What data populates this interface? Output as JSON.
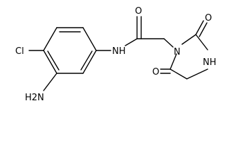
{
  "diagram": {
    "type": "chemical-structure",
    "atom_labels": {
      "cl": "Cl",
      "nh2": "H2N",
      "nh_amide": "NH",
      "o_amide": "O",
      "n_ring": "N",
      "o_ring_top": "O",
      "o_ring_bottom": "O",
      "nh_ring": "NH"
    },
    "colors": {
      "bond": "#000000",
      "text": "#000000",
      "background": "#ffffff"
    }
  }
}
